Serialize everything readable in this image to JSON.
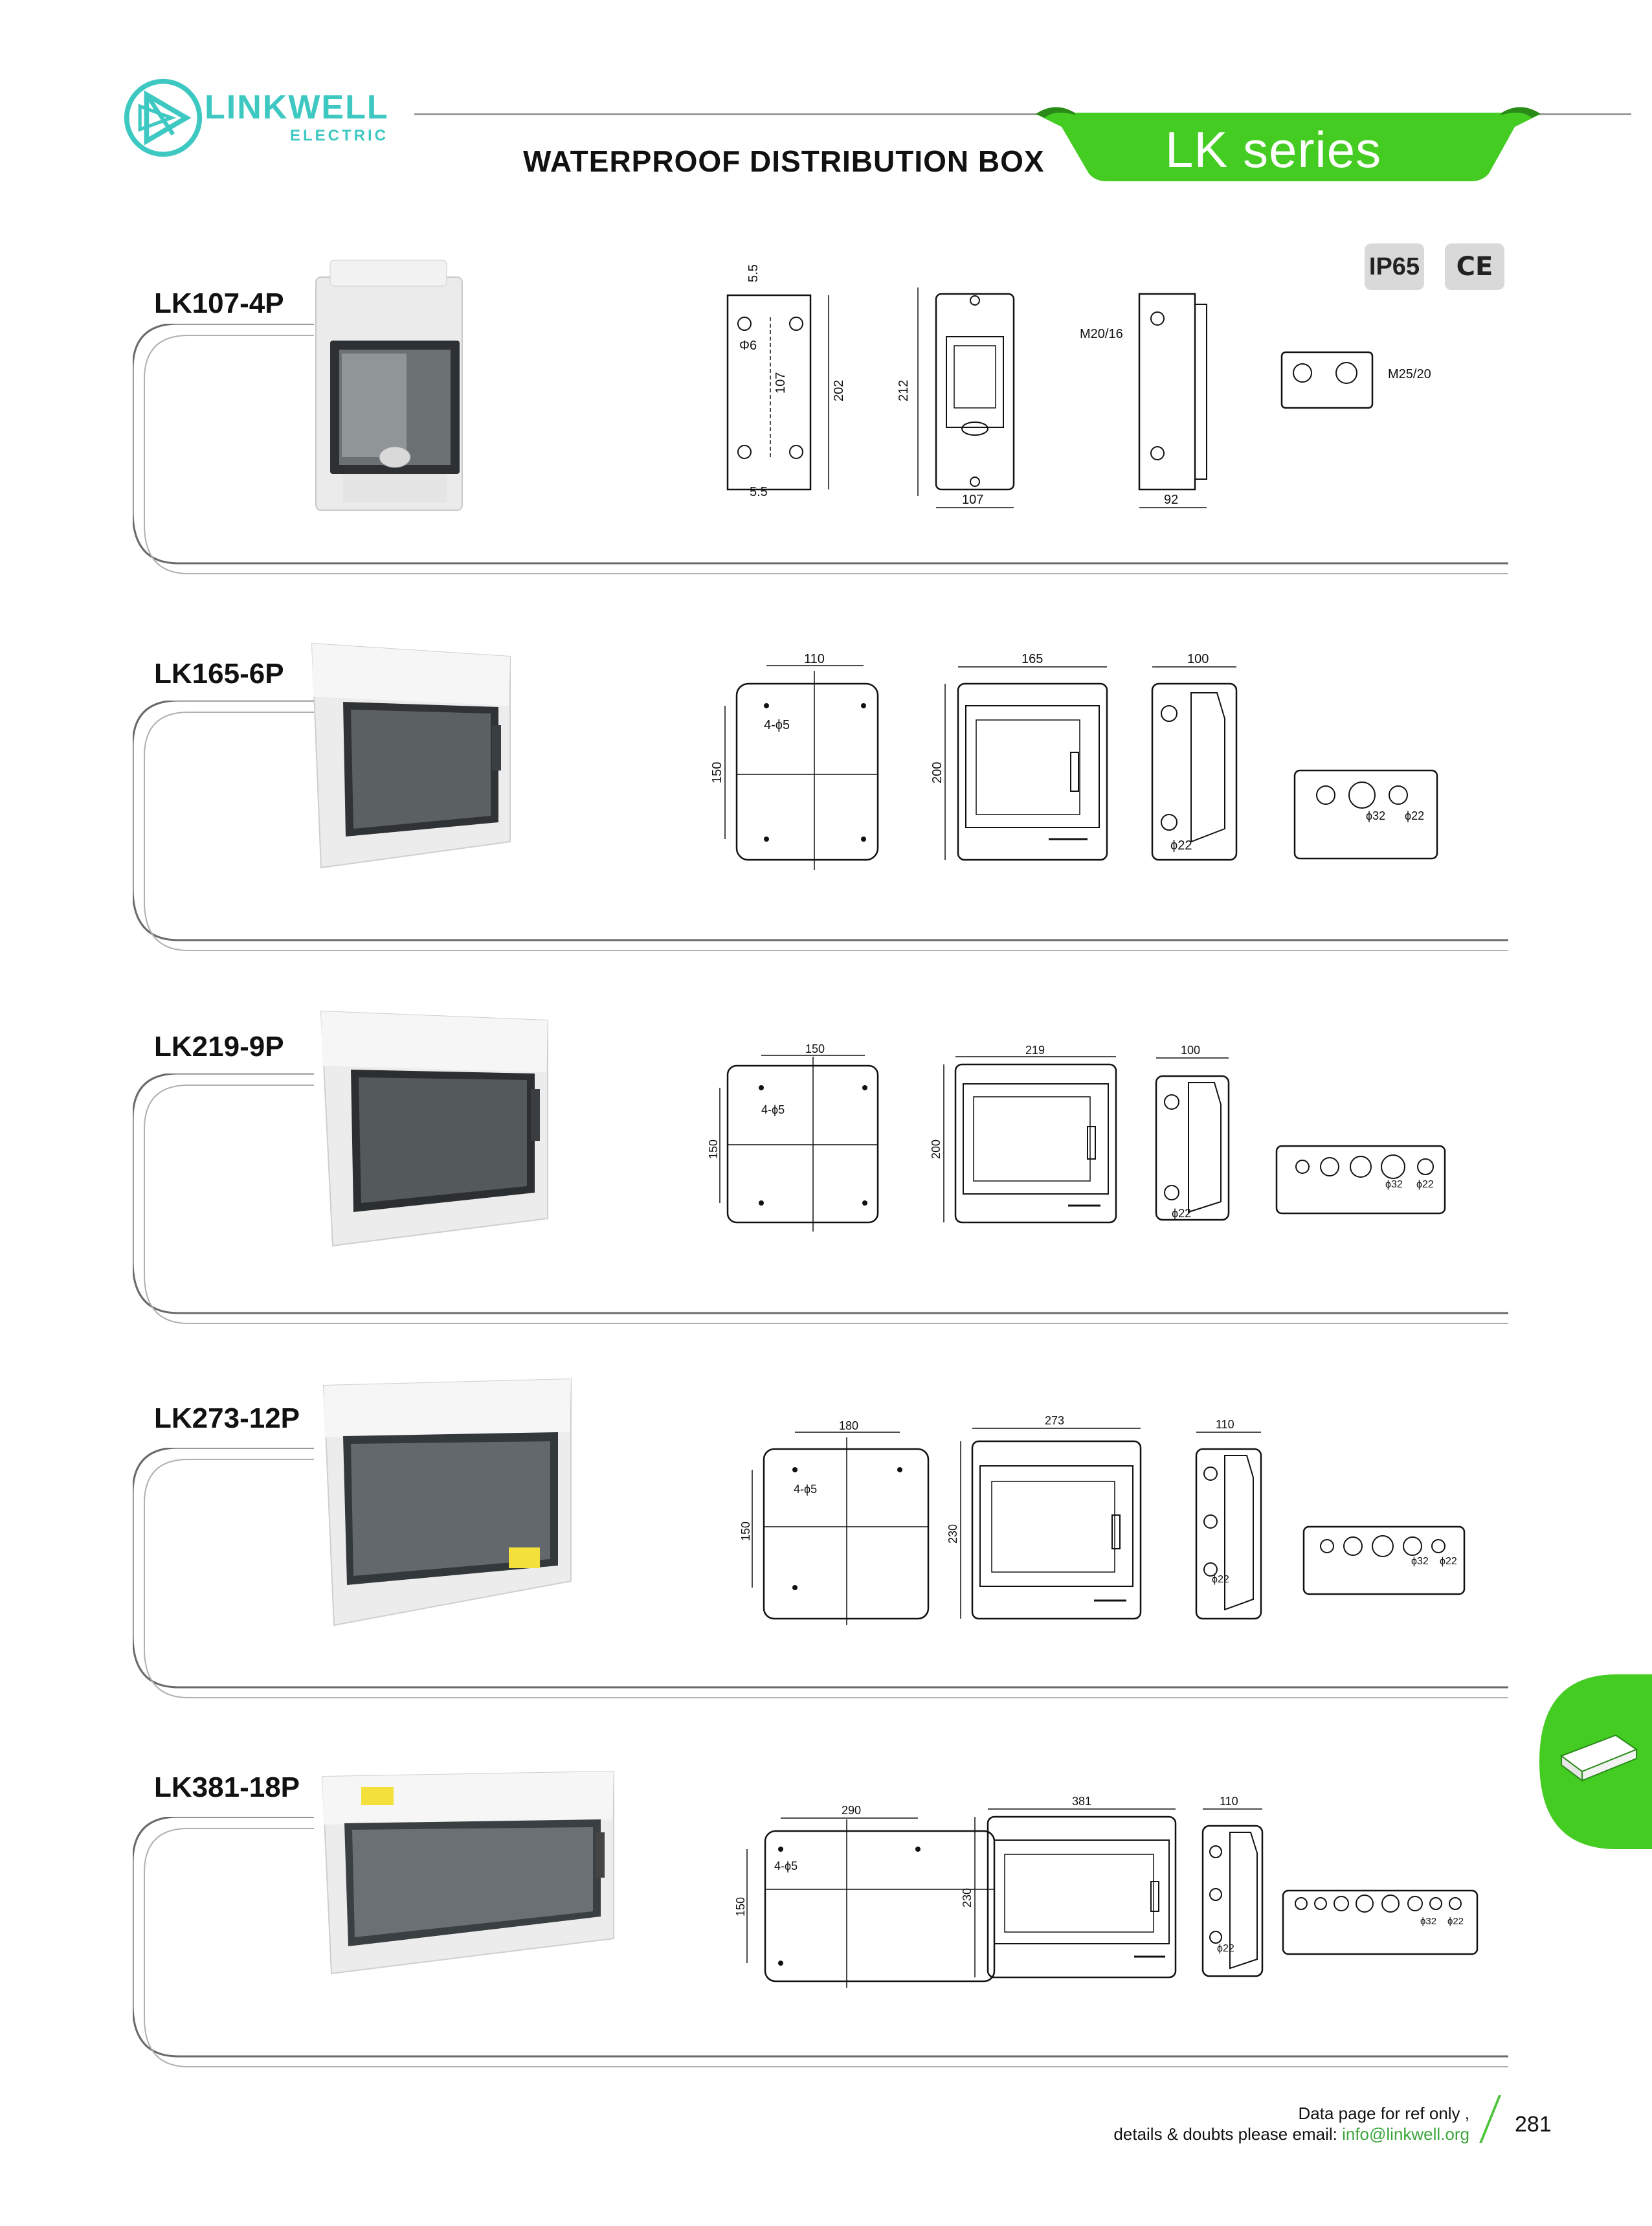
{
  "brand": {
    "name": "LINKWELL",
    "sub": "ELECTRIC",
    "color": "#3ec8c2"
  },
  "header": {
    "title": "WATERPROOF DISTRIBUTION BOX",
    "series": "LK series",
    "accent": "#44cc22"
  },
  "badges": {
    "ip": "IP65",
    "ce": "CE"
  },
  "products": [
    {
      "name": "LK107-4P",
      "dims": {
        "top_gap": "5.5",
        "hole": "Φ6",
        "inner_h": "107",
        "height": "202",
        "body_h": "212",
        "width": "107",
        "gland_side": "M20/16",
        "depth": "92",
        "gland_bottom": "M25/20",
        "bottom_gap": "5.5"
      }
    },
    {
      "name": "LK165-6P",
      "dims": {
        "mount_w": "110",
        "holes": "4-ϕ5",
        "mount_h": "150",
        "height": "200",
        "width": "165",
        "depth": "100",
        "k1": "ϕ22",
        "k2": "ϕ32",
        "k3": "ϕ22"
      }
    },
    {
      "name": "LK219-9P",
      "dims": {
        "mount_w": "150",
        "holes": "4-ϕ5",
        "mount_h": "150",
        "height": "200",
        "width": "219",
        "depth": "100",
        "k1": "ϕ22",
        "k2": "ϕ32",
        "k3": "ϕ22"
      }
    },
    {
      "name": "LK273-12P",
      "dims": {
        "mount_w": "180",
        "holes": "4-ϕ5",
        "mount_h": "150",
        "height": "230",
        "width": "273",
        "depth": "110",
        "k1": "ϕ22",
        "k2": "ϕ32",
        "k3": "ϕ22"
      }
    },
    {
      "name": "LK381-18P",
      "dims": {
        "mount_w": "290",
        "holes": "4-ϕ5",
        "mount_h": "150",
        "height": "230",
        "width": "381",
        "depth": "110",
        "k1": "ϕ22",
        "k2": "ϕ32",
        "k3": "ϕ22"
      }
    }
  ],
  "footer": {
    "line1": "Data page for ref only ,",
    "line2": "details & doubts please email: ",
    "email": "info@linkwell.org",
    "page": "281"
  }
}
